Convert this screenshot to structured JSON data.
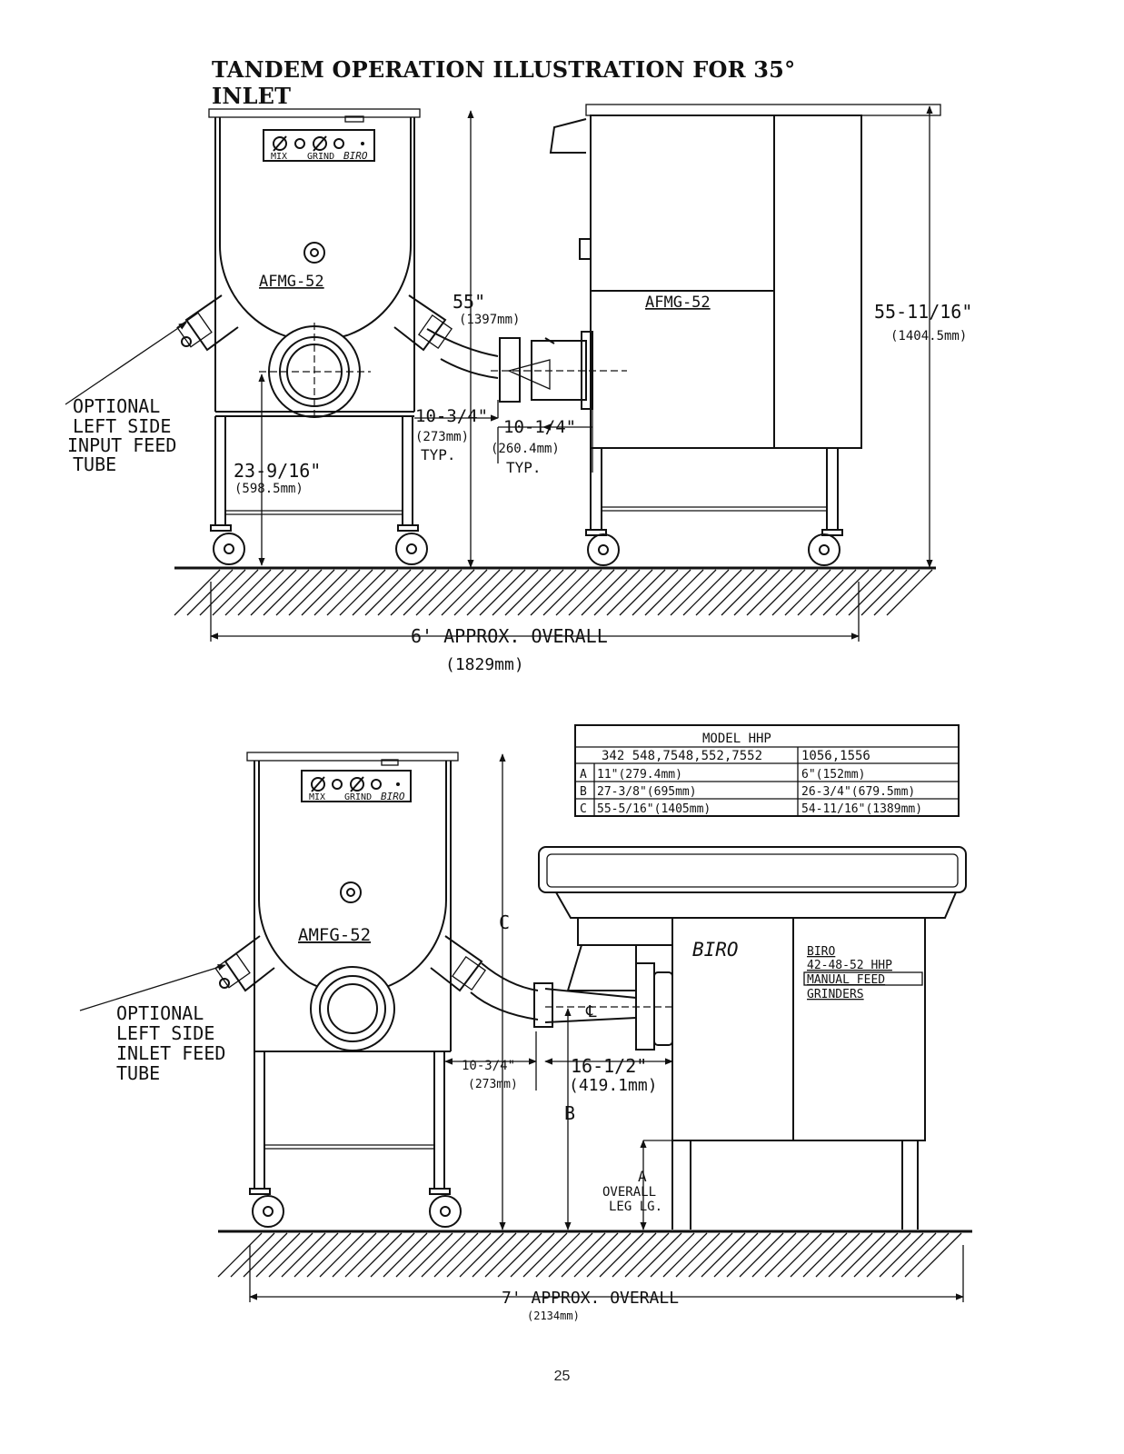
{
  "title": "TANDEM OPERATION ILLUSTRATION FOR 35° INLET",
  "page_number": "25",
  "top_diagram": {
    "control_labels": {
      "mix": "MIX",
      "grind": "GRIND",
      "brand": "BIRO"
    },
    "mixer_label": "AFMG-52",
    "grinder_label": "AFMG-52",
    "callout": [
      "OPTIONAL",
      "LEFT SIDE",
      "INPUT FEED",
      "TUBE"
    ],
    "dim_height_mixer": "55\"",
    "dim_height_mixer_mm": "(1397mm)",
    "dim_height_grinder": "55-11/16\"",
    "dim_height_grinder_mm": "(1404.5mm)",
    "dim_outlet": "23-9/16\"",
    "dim_outlet_mm": "(598.5mm)",
    "dim_offset_a": "10-3/4\"",
    "dim_offset_a_mm": "(273mm)",
    "dim_offset_a_typ": "TYP.",
    "dim_offset_b": "10-1/4\"",
    "dim_offset_b_mm": "(260.4mm)",
    "dim_offset_b_typ": "TYP.",
    "overall": "6' APPROX. OVERALL",
    "overall_mm": "(1829mm)"
  },
  "bottom_diagram": {
    "control_labels": {
      "mix": "MIX",
      "grind": "GRIND",
      "brand": "BIRO"
    },
    "mixer_label": "AMFG-52",
    "grinder_brand": "BIRO",
    "grinder_plate": [
      "BIRO",
      "42-48-52 HHP",
      "MANUAL FEED",
      "GRINDERS"
    ],
    "callout": [
      "OPTIONAL",
      "LEFT SIDE",
      "INLET FEED",
      "TUBE"
    ],
    "centerline": "℄",
    "dim_c": "C",
    "dim_b": "B",
    "dim_a": "A",
    "leg_note": [
      "OVERALL",
      "LEG LG."
    ],
    "dim_offset_a": "10-3/4\"",
    "dim_offset_a_mm": "(273mm)",
    "dim_offset_b": "16-1/2\"",
    "dim_offset_b_mm": "(419.1mm)",
    "overall": "7' APPROX. OVERALL",
    "overall_mm": "(2134mm)"
  },
  "model_table": {
    "header": "MODEL HHP",
    "columns": [
      "",
      "342 548,7548,552,7552",
      "1056,1556"
    ],
    "rows": [
      [
        "A",
        "11\"(279.4mm)",
        "6\"(152mm)"
      ],
      [
        "B",
        "27-3/8\"(695mm)",
        "26-3/4\"(679.5mm)"
      ],
      [
        "C",
        "55-5/16\"(1405mm)",
        "54-11/16\"(1389mm)"
      ]
    ]
  }
}
